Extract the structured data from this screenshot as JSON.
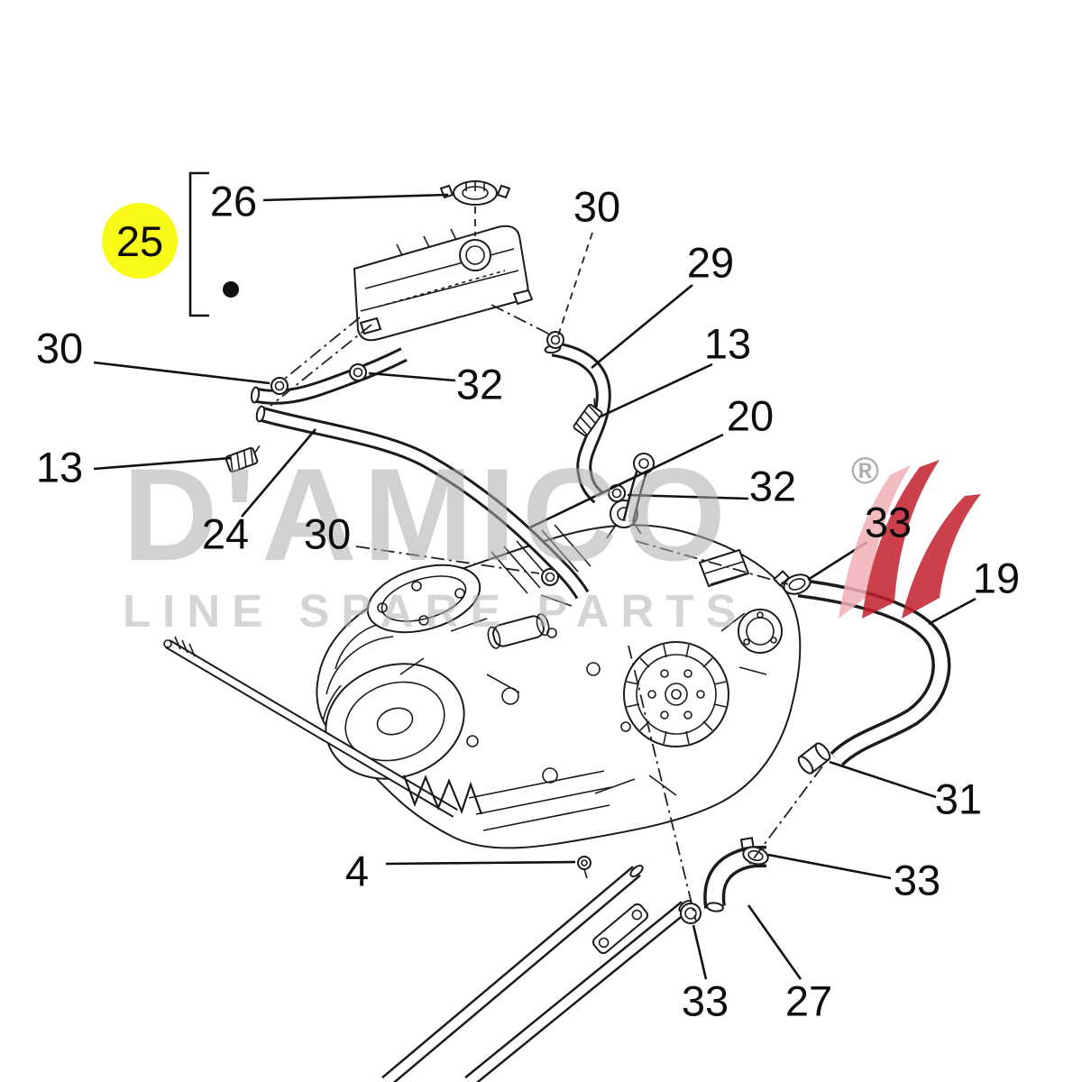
{
  "watermark": {
    "brand": "D'AMICO",
    "tagline": "LINE SPARE PARTS",
    "registered": "®"
  },
  "highlight": {
    "part": "25",
    "color": "#f9f918"
  },
  "callouts": [
    {
      "label": "26"
    },
    {
      "label": "30"
    },
    {
      "label": "25"
    },
    {
      "label": "29"
    },
    {
      "label": "13"
    },
    {
      "label": "30"
    },
    {
      "label": "32"
    },
    {
      "label": "20"
    },
    {
      "label": "13"
    },
    {
      "label": "32"
    },
    {
      "label": "33"
    },
    {
      "label": "24"
    },
    {
      "label": "30"
    },
    {
      "label": "19"
    },
    {
      "label": "31"
    },
    {
      "label": "4"
    },
    {
      "label": "33"
    },
    {
      "label": "33"
    },
    {
      "label": "27"
    }
  ]
}
